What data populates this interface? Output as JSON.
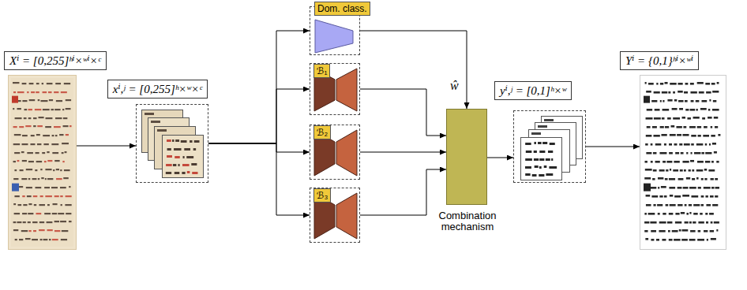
{
  "diagram": {
    "nodes": [
      {
        "text": [
          "Xⁱ = [0,255]ʰⁱ×ʷⁱ×ᶜ"
        ]
      },
      {
        "text": [
          "xⁱ,ʲ = [0,255]ʰ×ʷ×ᶜ"
        ]
      },
      {
        "text": [
          "Dom. class."
        ]
      },
      {
        "text": [
          "ℬ₁"
        ]
      },
      {
        "text": [
          "ℬ₂"
        ]
      },
      {
        "text": [
          "ℬ₃"
        ]
      },
      {
        "text": [
          "Combination mechanism"
        ]
      },
      {
        "text": [
          "yⁱ,ʲ = [0,1]ʰ×ʷ"
        ]
      },
      {
        "text": [
          "Yⁱ = {0,1}ʰⁱ×ʷⁱ"
        ]
      }
    ],
    "edges": [
      {
        "from": 0,
        "to": 1,
        "arrow": "to"
      },
      {
        "from": 1,
        "to": 2,
        "arrow": "to"
      },
      {
        "from": 1,
        "to": 3,
        "arrow": "to"
      },
      {
        "from": 1,
        "to": 4,
        "arrow": "to"
      },
      {
        "from": 1,
        "to": 5,
        "arrow": "to"
      },
      {
        "from": 2,
        "to": 6,
        "label": "ŵ",
        "arrow": "to"
      },
      {
        "from": 3,
        "to": 6,
        "arrow": "to"
      },
      {
        "from": 4,
        "to": 6,
        "arrow": "to"
      },
      {
        "from": 5,
        "to": 6,
        "arrow": "to"
      },
      {
        "from": 6,
        "to": 7,
        "arrow": "to"
      },
      {
        "from": 7,
        "to": 8,
        "arrow": "to"
      }
    ]
  }
}
